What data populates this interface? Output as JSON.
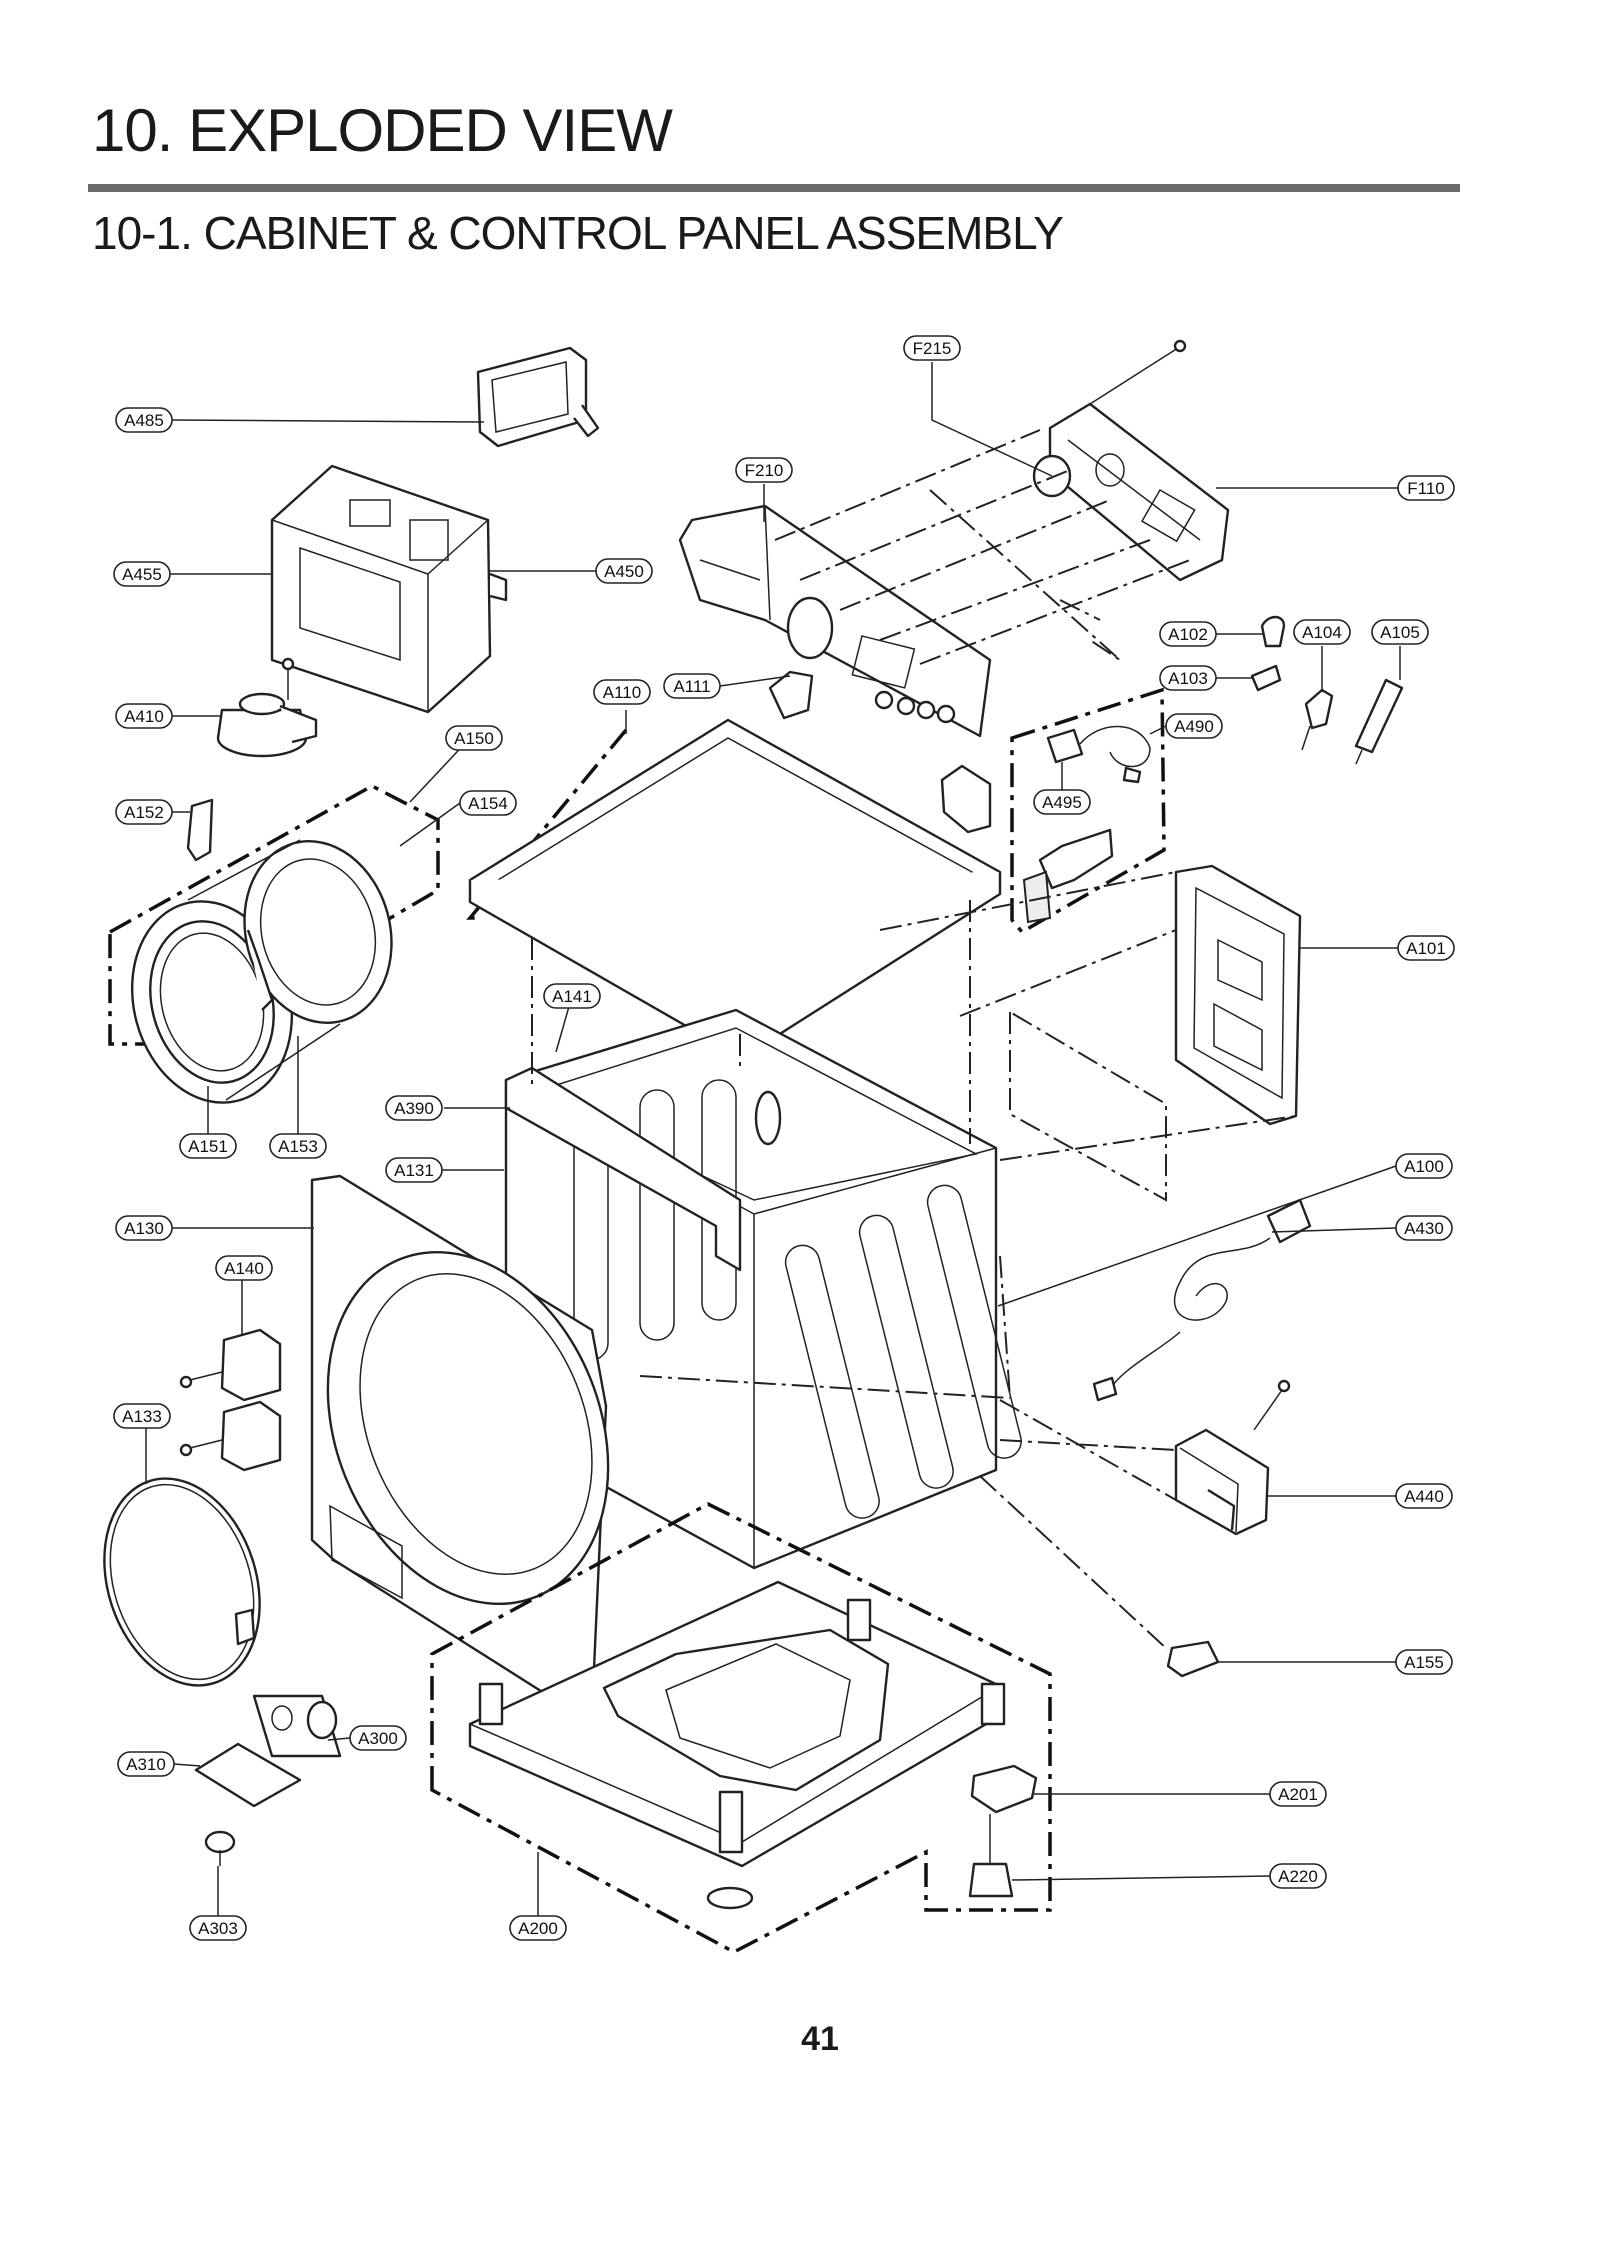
{
  "header": {
    "title": "10. EXPLODED VIEW",
    "section": "10-1. CABINET  & CONTROL PANEL ASSEMBLY"
  },
  "page_number": "41",
  "labels": {
    "A485": "A485",
    "A455": "A455",
    "A450": "A450",
    "A410": "A410",
    "A150": "A150",
    "A152": "A152",
    "A154": "A154",
    "A151": "A151",
    "A153": "A153",
    "A130": "A130",
    "A140": "A140",
    "A133": "A133",
    "A310": "A310",
    "A300": "A300",
    "A303": "A303",
    "A200": "A200",
    "F215": "F215",
    "F210": "F210",
    "F110": "F110",
    "A102": "A102",
    "A103": "A103",
    "A104": "A104",
    "A105": "A105",
    "A110": "A110",
    "A111": "A111",
    "A490": "A490",
    "A495": "A495",
    "A101": "A101",
    "A141": "A141",
    "A390": "A390",
    "A131": "A131",
    "A100": "A100",
    "A430": "A430",
    "A440": "A440",
    "A155": "A155",
    "A201": "A201",
    "A220": "A220"
  }
}
